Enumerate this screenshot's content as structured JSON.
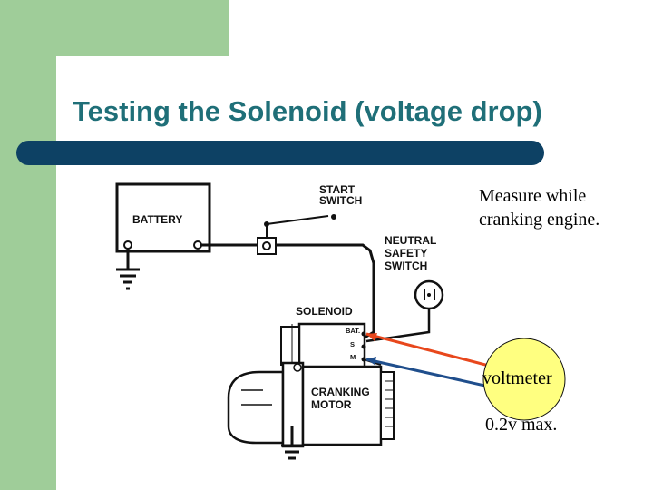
{
  "slide": {
    "title": "Testing the Solenoid (voltage drop)",
    "note_lines": [
      "Measure while",
      "cranking engine."
    ]
  },
  "diagram": {
    "battery_label": "BATTERY",
    "start_switch_label": [
      "START",
      "SWITCH"
    ],
    "neutral_safety_label": [
      "NEUTRAL",
      "SAFETY",
      "SWITCH"
    ],
    "solenoid_label": "SOLENOID",
    "terminal_labels": [
      "BAT.",
      "S",
      "M"
    ],
    "motor_label": [
      "CRANKING",
      "MOTOR"
    ],
    "meter_label": "voltmeter",
    "reading_label": "0.2v max.",
    "colors": {
      "positive_lead": "#e8471c",
      "negative_lead": "#1f4e8c",
      "meter_fill": "#ffff80",
      "title": "#1f6f78",
      "title_bar": "#0d4164",
      "accent_green": "#9fcd99"
    }
  }
}
